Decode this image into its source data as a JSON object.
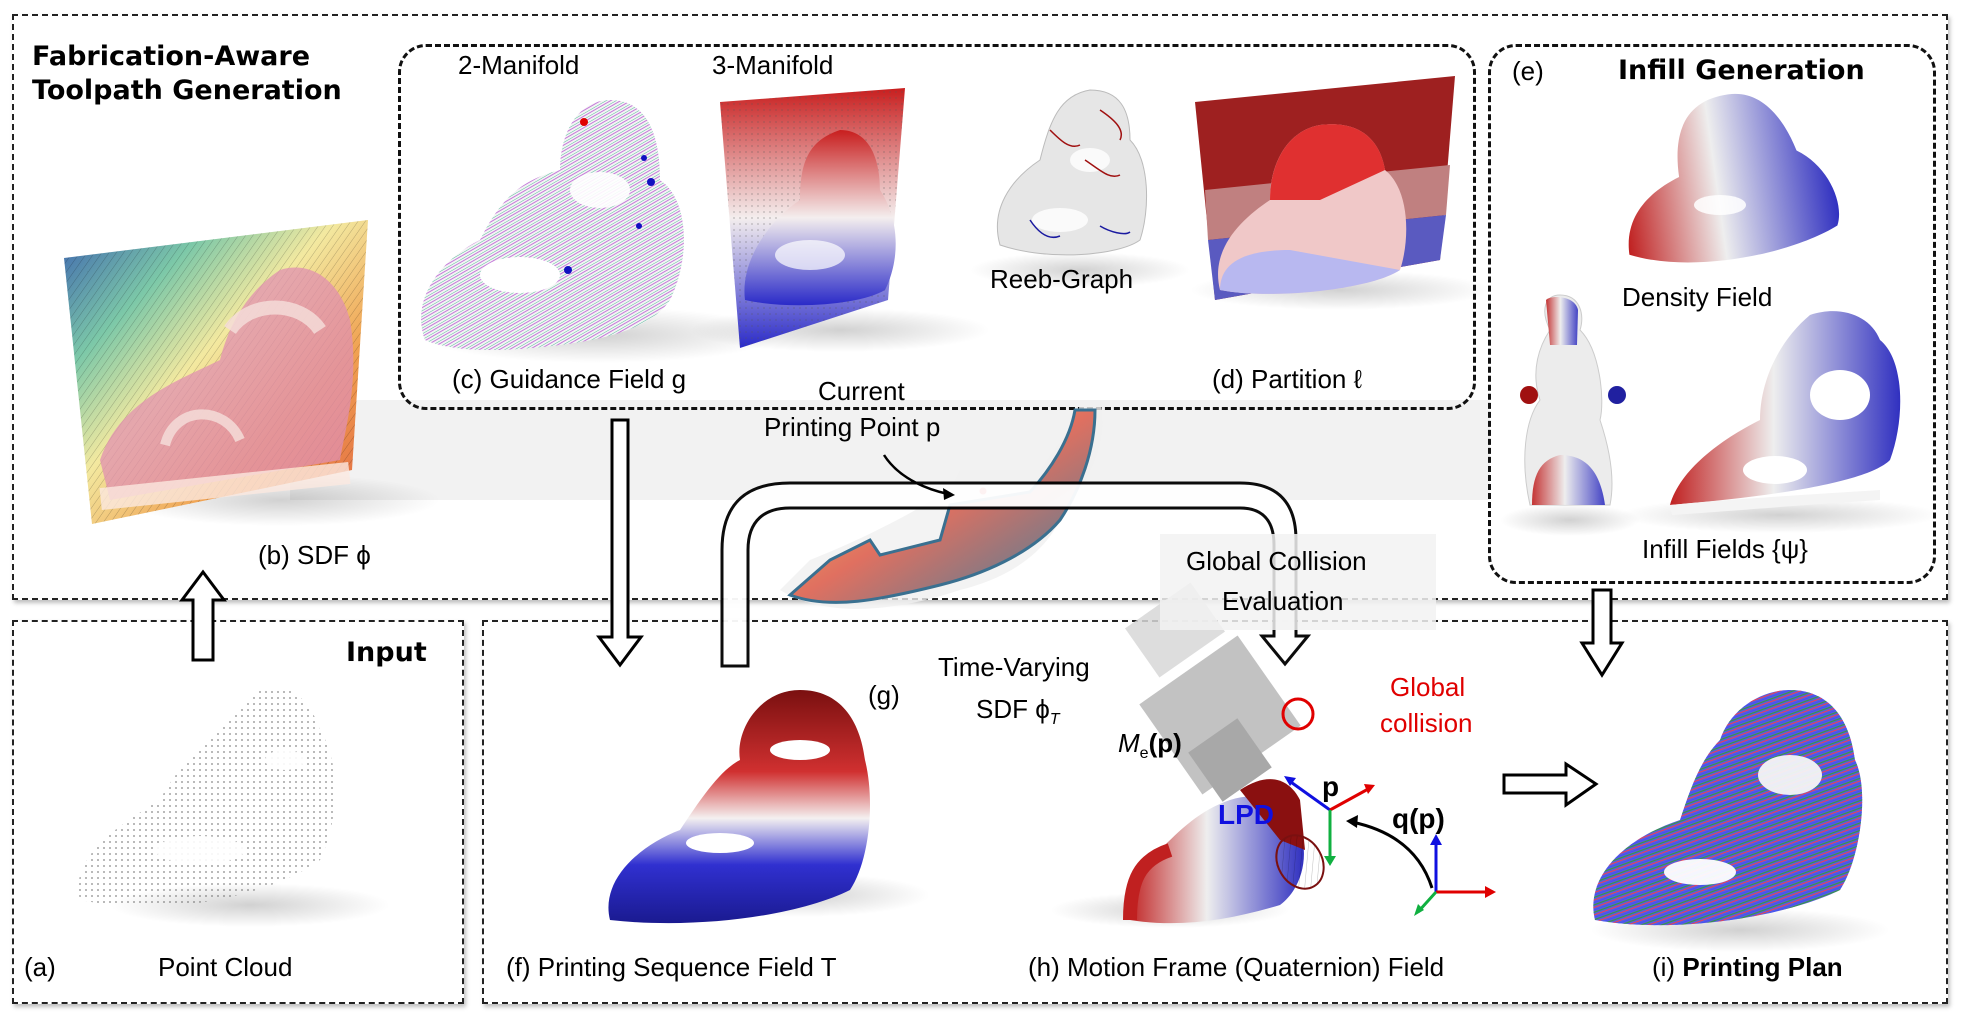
{
  "sections": {
    "toolpath": {
      "title_line1": "Fabrication-Aware",
      "title_line2": "Toolpath Generation"
    },
    "input": {
      "title": "Input",
      "tag": "(a)",
      "caption": "Point Cloud"
    },
    "infill": {
      "tag": "(e)",
      "title": "Infill Generation",
      "density_label": "Density Field",
      "fields_label": "Infill Fields {ψ}"
    }
  },
  "panels": {
    "b": {
      "caption": "(b) SDF ϕ"
    },
    "c": {
      "two_manifold": "2-Manifold",
      "three_manifold": "3-Manifold",
      "caption": "(c) Guidance Field g"
    },
    "d": {
      "reeb": "Reeb-Graph",
      "caption": "(d) Partition ℓ"
    },
    "f": {
      "caption": "(f) Printing Sequence Field T"
    },
    "g": {
      "tag": "(g)",
      "line1": "Time-Varying",
      "line2": "SDF ϕ",
      "subscript": "T",
      "point_line1": "Current",
      "point_line2": "Printing Point p"
    },
    "h": {
      "caption": "(h) Motion Frame (Quaternion) Field",
      "collision_eval_line1": "Global Collision",
      "collision_eval_line2": "Evaluation",
      "collision_line1": "Global",
      "collision_line2": "collision",
      "me": "M",
      "me_sub": "e",
      "me_arg": "(p)",
      "lpd": "LPD",
      "p": "p",
      "q": "q(p)"
    },
    "i": {
      "tag": "(i)",
      "caption": "Printing Plan"
    }
  },
  "colors": {
    "sdf_gradient": [
      "#3a5fb0",
      "#7cc8a8",
      "#f3e9a0",
      "#f0a050",
      "#e06040"
    ],
    "red_field": "#c81e1e",
    "blue_field": "#2a2ac8",
    "collision": "#e00000",
    "lpd": "#1010e0",
    "axis_green": "#10b040"
  }
}
